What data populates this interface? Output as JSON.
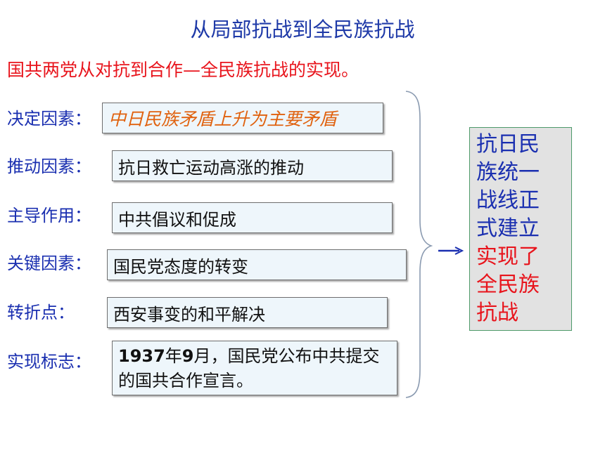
{
  "title": "从局部抗战到全民族抗战",
  "subtitle": "国共两党从对抗到合作—全民族抗战的实现。",
  "factors": [
    {
      "label": "决定因素：",
      "text": "中日民族矛盾上升为主要矛盾"
    },
    {
      "label": "推动因素：",
      "text": "抗日救亡运动高涨的推动"
    },
    {
      "label": "主导作用：",
      "text": "中共倡议和促成"
    },
    {
      "label": "关键因素：",
      "text": "国民党态度的转变"
    },
    {
      "label": "转折点：",
      "text": "西安事变的和平解决"
    },
    {
      "label": "实现标志：",
      "text_bold": "1937",
      "text_mid": "年",
      "text_bold2": "9",
      "text_rest": "月，国民党公布中共提交的国共合作宣言。"
    }
  ],
  "result": {
    "blue_lines": [
      "抗日民",
      "族统一",
      "战线正",
      "式建立"
    ],
    "red_lines": [
      "实现了",
      "全民族",
      "抗战"
    ]
  },
  "colors": {
    "title": "#1f3aa8",
    "subtitle": "#e8141c",
    "label": "#1a2fb0",
    "italic_text": "#e0620f",
    "box_fill": "#eef6fb",
    "result_fill": "#e2e2e2"
  }
}
